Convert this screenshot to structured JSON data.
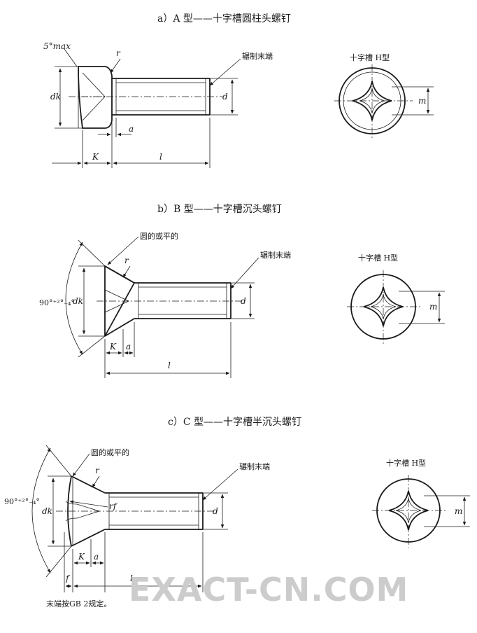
{
  "sections": [
    {
      "title": "a）A 型——十字槽圆柱头螺钉",
      "end_label": "辗制末端",
      "view_label": "十字槽  H型",
      "dims": {
        "max_angle": "5°max",
        "r": "r",
        "dk": "dk",
        "d": "d",
        "a": "a",
        "K": "K",
        "l": "l",
        "m": "m"
      }
    },
    {
      "title": "b）B 型——十字槽沉头螺钉",
      "end_label": "辗制末端",
      "head_note": "圆的或平的",
      "view_label": "十字槽  H型",
      "dims": {
        "angle": "90°⁺²°₋₄°",
        "r": "r",
        "dk": "dk",
        "d": "d",
        "a": "a",
        "K": "K",
        "l": "l",
        "m": "m"
      }
    },
    {
      "title": "c）C 型——十字槽半沉头螺钉",
      "end_label": "辗制末端",
      "head_note": "圆的或平的",
      "view_label": "十字槽  H型",
      "dims": {
        "angle": "90°⁺²°₋₄°",
        "r": "r",
        "rf": "rf",
        "dk": "dk",
        "d": "d",
        "a": "a",
        "K": "K",
        "f": "f",
        "l": "l",
        "m": "m"
      }
    }
  ],
  "footnote": "末端按GB 2规定。",
  "watermark": "EXACT-CN.COM"
}
